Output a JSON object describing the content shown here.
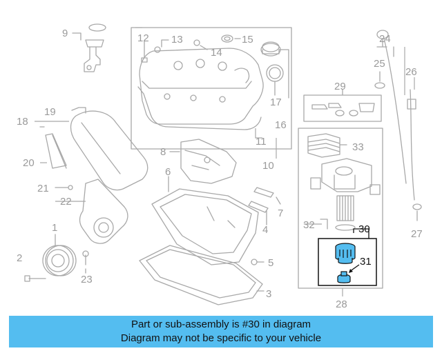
{
  "diagram": {
    "callouts": {
      "c1": "1",
      "c2": "2",
      "c3": "3",
      "c4": "4",
      "c5": "5",
      "c6": "6",
      "c7": "7",
      "c8": "8",
      "c9": "9",
      "c10": "10",
      "c11": "11",
      "c12": "12",
      "c13": "13",
      "c14": "14",
      "c15": "15",
      "c16": "16",
      "c17": "17",
      "c18": "18",
      "c19": "19",
      "c20": "20",
      "c21": "21",
      "c22": "22",
      "c23": "23",
      "c24": "24",
      "c25": "25",
      "c26": "26",
      "c27": "27",
      "c28": "28",
      "c29": "29",
      "c30": "30",
      "c31": "31",
      "c32": "32",
      "c33": "33"
    },
    "highlighted_part": "30",
    "colors": {
      "line": "#9a9a9a",
      "highlight": "#111111",
      "banner": "#54bdf0"
    }
  },
  "banner": {
    "line1": "Part or sub-assembly is #30 in diagram",
    "line2": "Diagram may not be specific to your vehicle"
  }
}
